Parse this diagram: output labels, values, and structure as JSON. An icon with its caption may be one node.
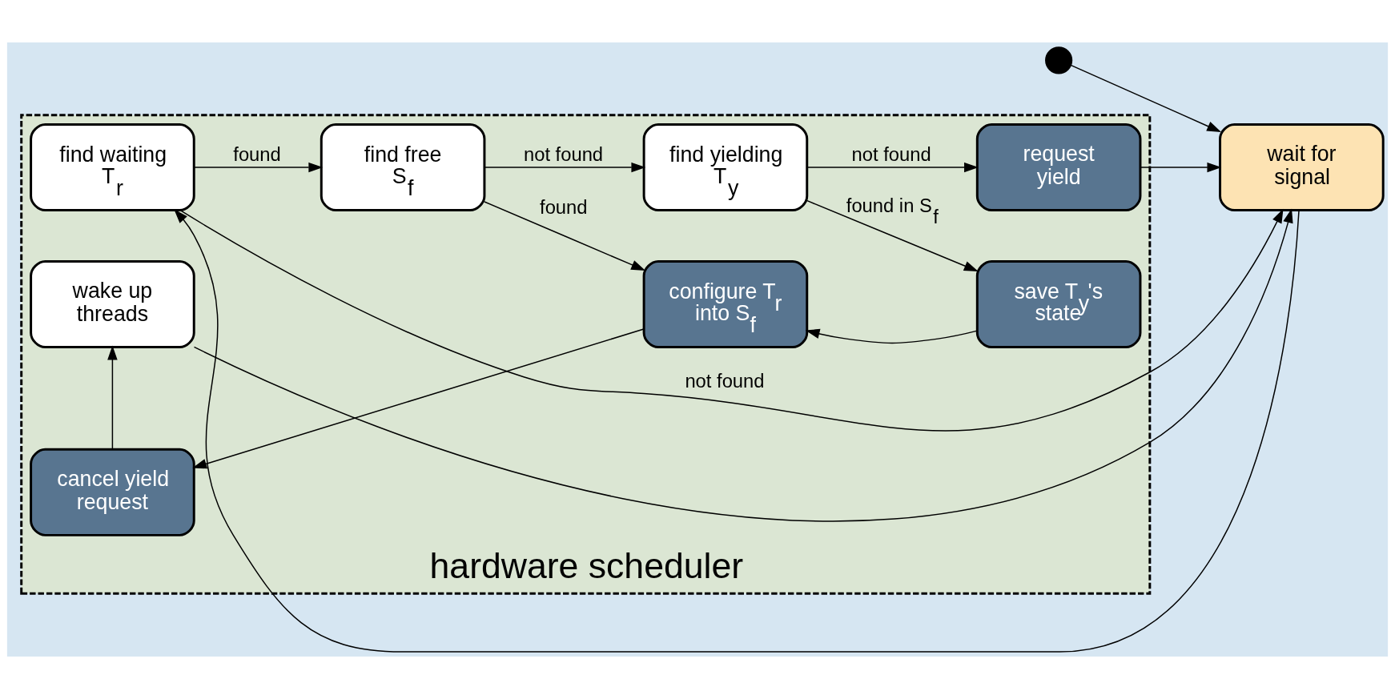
{
  "diagram": {
    "nodes": [
      {
        "text": [],
        "shape": "circle"
      },
      {
        "text": [
          "hardware scheduler"
        ]
      },
      {
        "text": [
          "request yield"
        ],
        "in": 1
      },
      {
        "text": [
          "wait for signal"
        ]
      },
      {
        "text": [
          "find waiting T$_{r}$"
        ],
        "in": 1
      },
      {
        "text": [
          "find free S$_{f}$"
        ],
        "in": 1
      },
      {
        "text": [
          "find yielding T$_{y}$"
        ],
        "in": 1
      },
      {
        "text": [
          "wake up threads"
        ],
        "in": 1
      },
      {
        "text": [
          "cancel yield request"
        ],
        "in": 1
      },
      {
        "text": [
          "configure T$_{r}$ into S$_{f}$"
        ],
        "in": 1
      },
      {
        "text": [
          "save T$_{y}$'s state"
        ],
        "in": 1
      }
    ],
    "edges": [
      {
        "from": 0,
        "to": 3,
        "arrow": "to"
      },
      {
        "from": 3,
        "to": 4,
        "arrow": "to"
      },
      {
        "from": 4,
        "to": 5,
        "arrow": "to",
        "label": "found"
      },
      {
        "from": 5,
        "to": 6,
        "arrow": "to",
        "label": "not found"
      },
      {
        "from": 6,
        "to": 2,
        "arrow": "to",
        "label": "not found"
      },
      {
        "from": 2,
        "to": 3,
        "arrow": "to"
      },
      {
        "from": 4,
        "to": 3,
        "arrow": "to",
        "label": "not found"
      },
      {
        "from": 5,
        "to": 9,
        "arrow": "to",
        "label": "found"
      },
      {
        "from": 6,
        "to": 10,
        "arrow": "to",
        "label": "found in S$_{f}$"
      },
      {
        "from": 10,
        "to": 9,
        "arrow": "to"
      },
      {
        "from": 9,
        "to": 8,
        "arrow": "to"
      },
      {
        "from": 8,
        "to": 7,
        "arrow": "to"
      },
      {
        "from": 7,
        "to": 3,
        "arrow": "to"
      }
    ]
  }
}
